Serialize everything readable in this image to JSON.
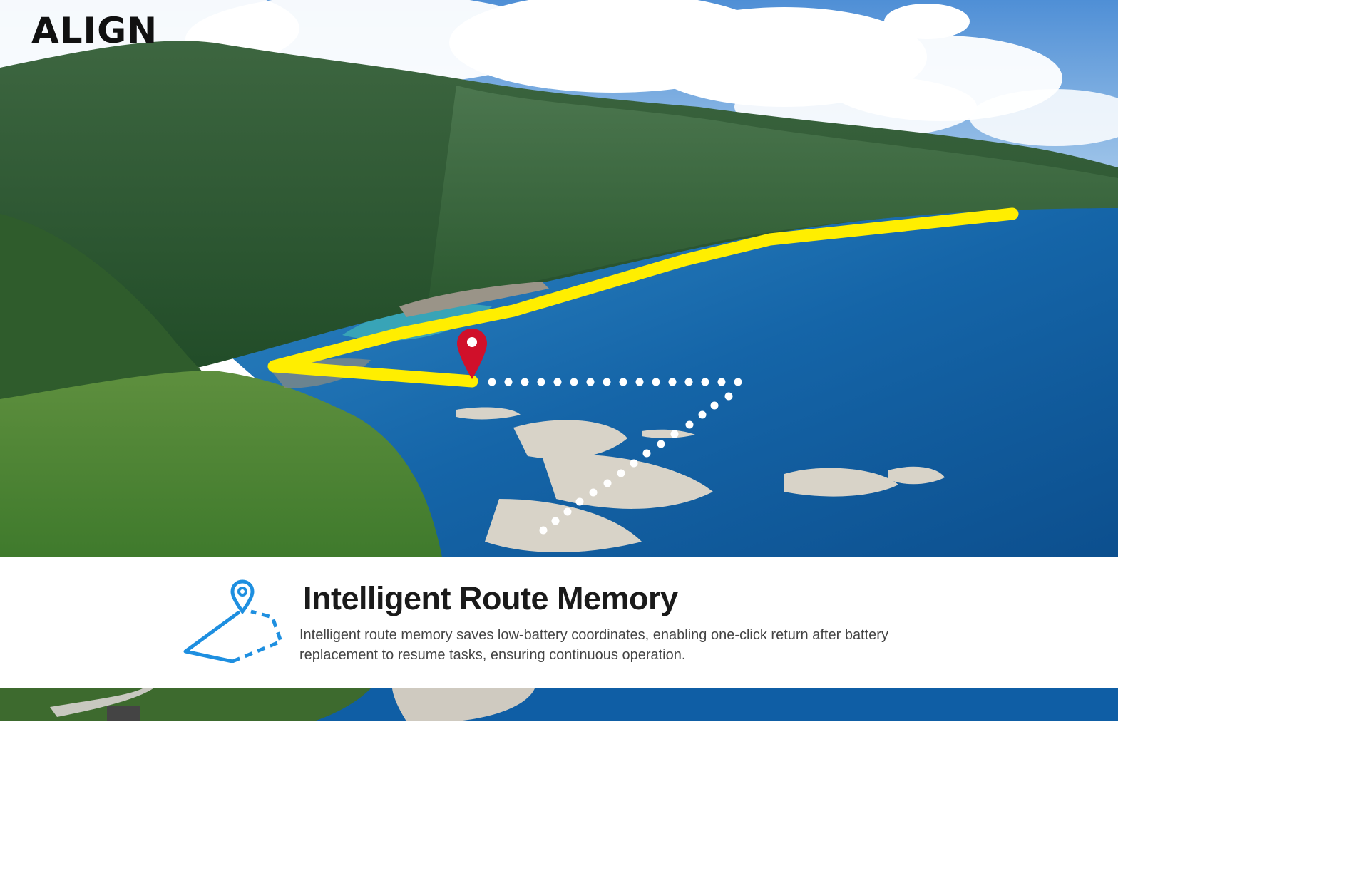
{
  "brand": {
    "logo_text": "ALIGN"
  },
  "feature": {
    "title": "Intelligent Route Memory",
    "description": "Intelligent route memory saves low-battery coordinates, enabling one-click return after battery replacement to resume tasks, ensuring continuous operation."
  },
  "icons": {
    "location_pin": "map-pin-icon",
    "route_memory": "route-path-icon"
  },
  "colors": {
    "flight_path": "#ffee00",
    "location_pin": "#d0102a",
    "return_path_dots": "#ffffff",
    "route_icon": "#1e8fe0",
    "title_text": "#1a1a1a",
    "body_text": "#444444"
  }
}
